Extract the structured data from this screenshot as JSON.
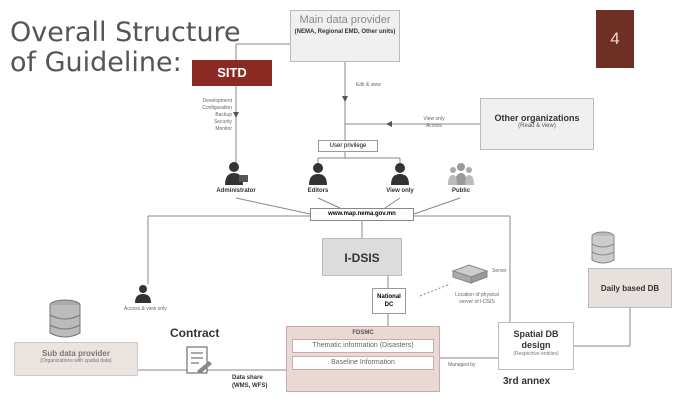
{
  "slide": {
    "title_line1": "Overall Structure",
    "title_line2": "of Guideline:",
    "number": "4"
  },
  "nodes": {
    "main_provider": {
      "title": "Main data provider",
      "subtitle": "(NEMA, Regional EMD, Other units)"
    },
    "sitd": {
      "label": "SITD"
    },
    "sitd_tasks": [
      "Development",
      "Configuration",
      "Backup",
      "Security",
      "Monitor"
    ],
    "edit_view": "Edit & view",
    "other_org": {
      "title": "Other organizations",
      "subtitle": "(Read & view)"
    },
    "view_access": [
      "View only",
      "Access"
    ],
    "user_privilege": "User privilege",
    "roles": [
      "Administrator",
      "Editors",
      "View only",
      "Public"
    ],
    "url": "www.map.nema.gov.mn",
    "idsis": "I-DSIS",
    "server": "Server",
    "server_note": "Location of physical server of I-DSIS",
    "national_dc": "National DC",
    "access_view": "Access & view only",
    "fdsmc": {
      "header": "FDSMC",
      "rows": [
        "Thematic information (Disasters)",
        "Baseline Information"
      ]
    },
    "managed_by": "Managed by",
    "daily_db": "Daily based DB",
    "spatial_db": {
      "title": "Spatial DB design",
      "subtitle": "(Respective entities)"
    },
    "annex": "3rd annex",
    "sub_provider": {
      "title": "Sub data provider",
      "subtitle": "(Organizations with spatial data)"
    },
    "contract": "Contract",
    "data_share": [
      "Data share",
      "(WMS, WFS)"
    ]
  },
  "colors": {
    "sitd": "#8a2a22",
    "slide_number_bg": "#6e2f24",
    "fdsmc_bg": "#ead8d4",
    "panel_bg": "#f0f0f0"
  }
}
